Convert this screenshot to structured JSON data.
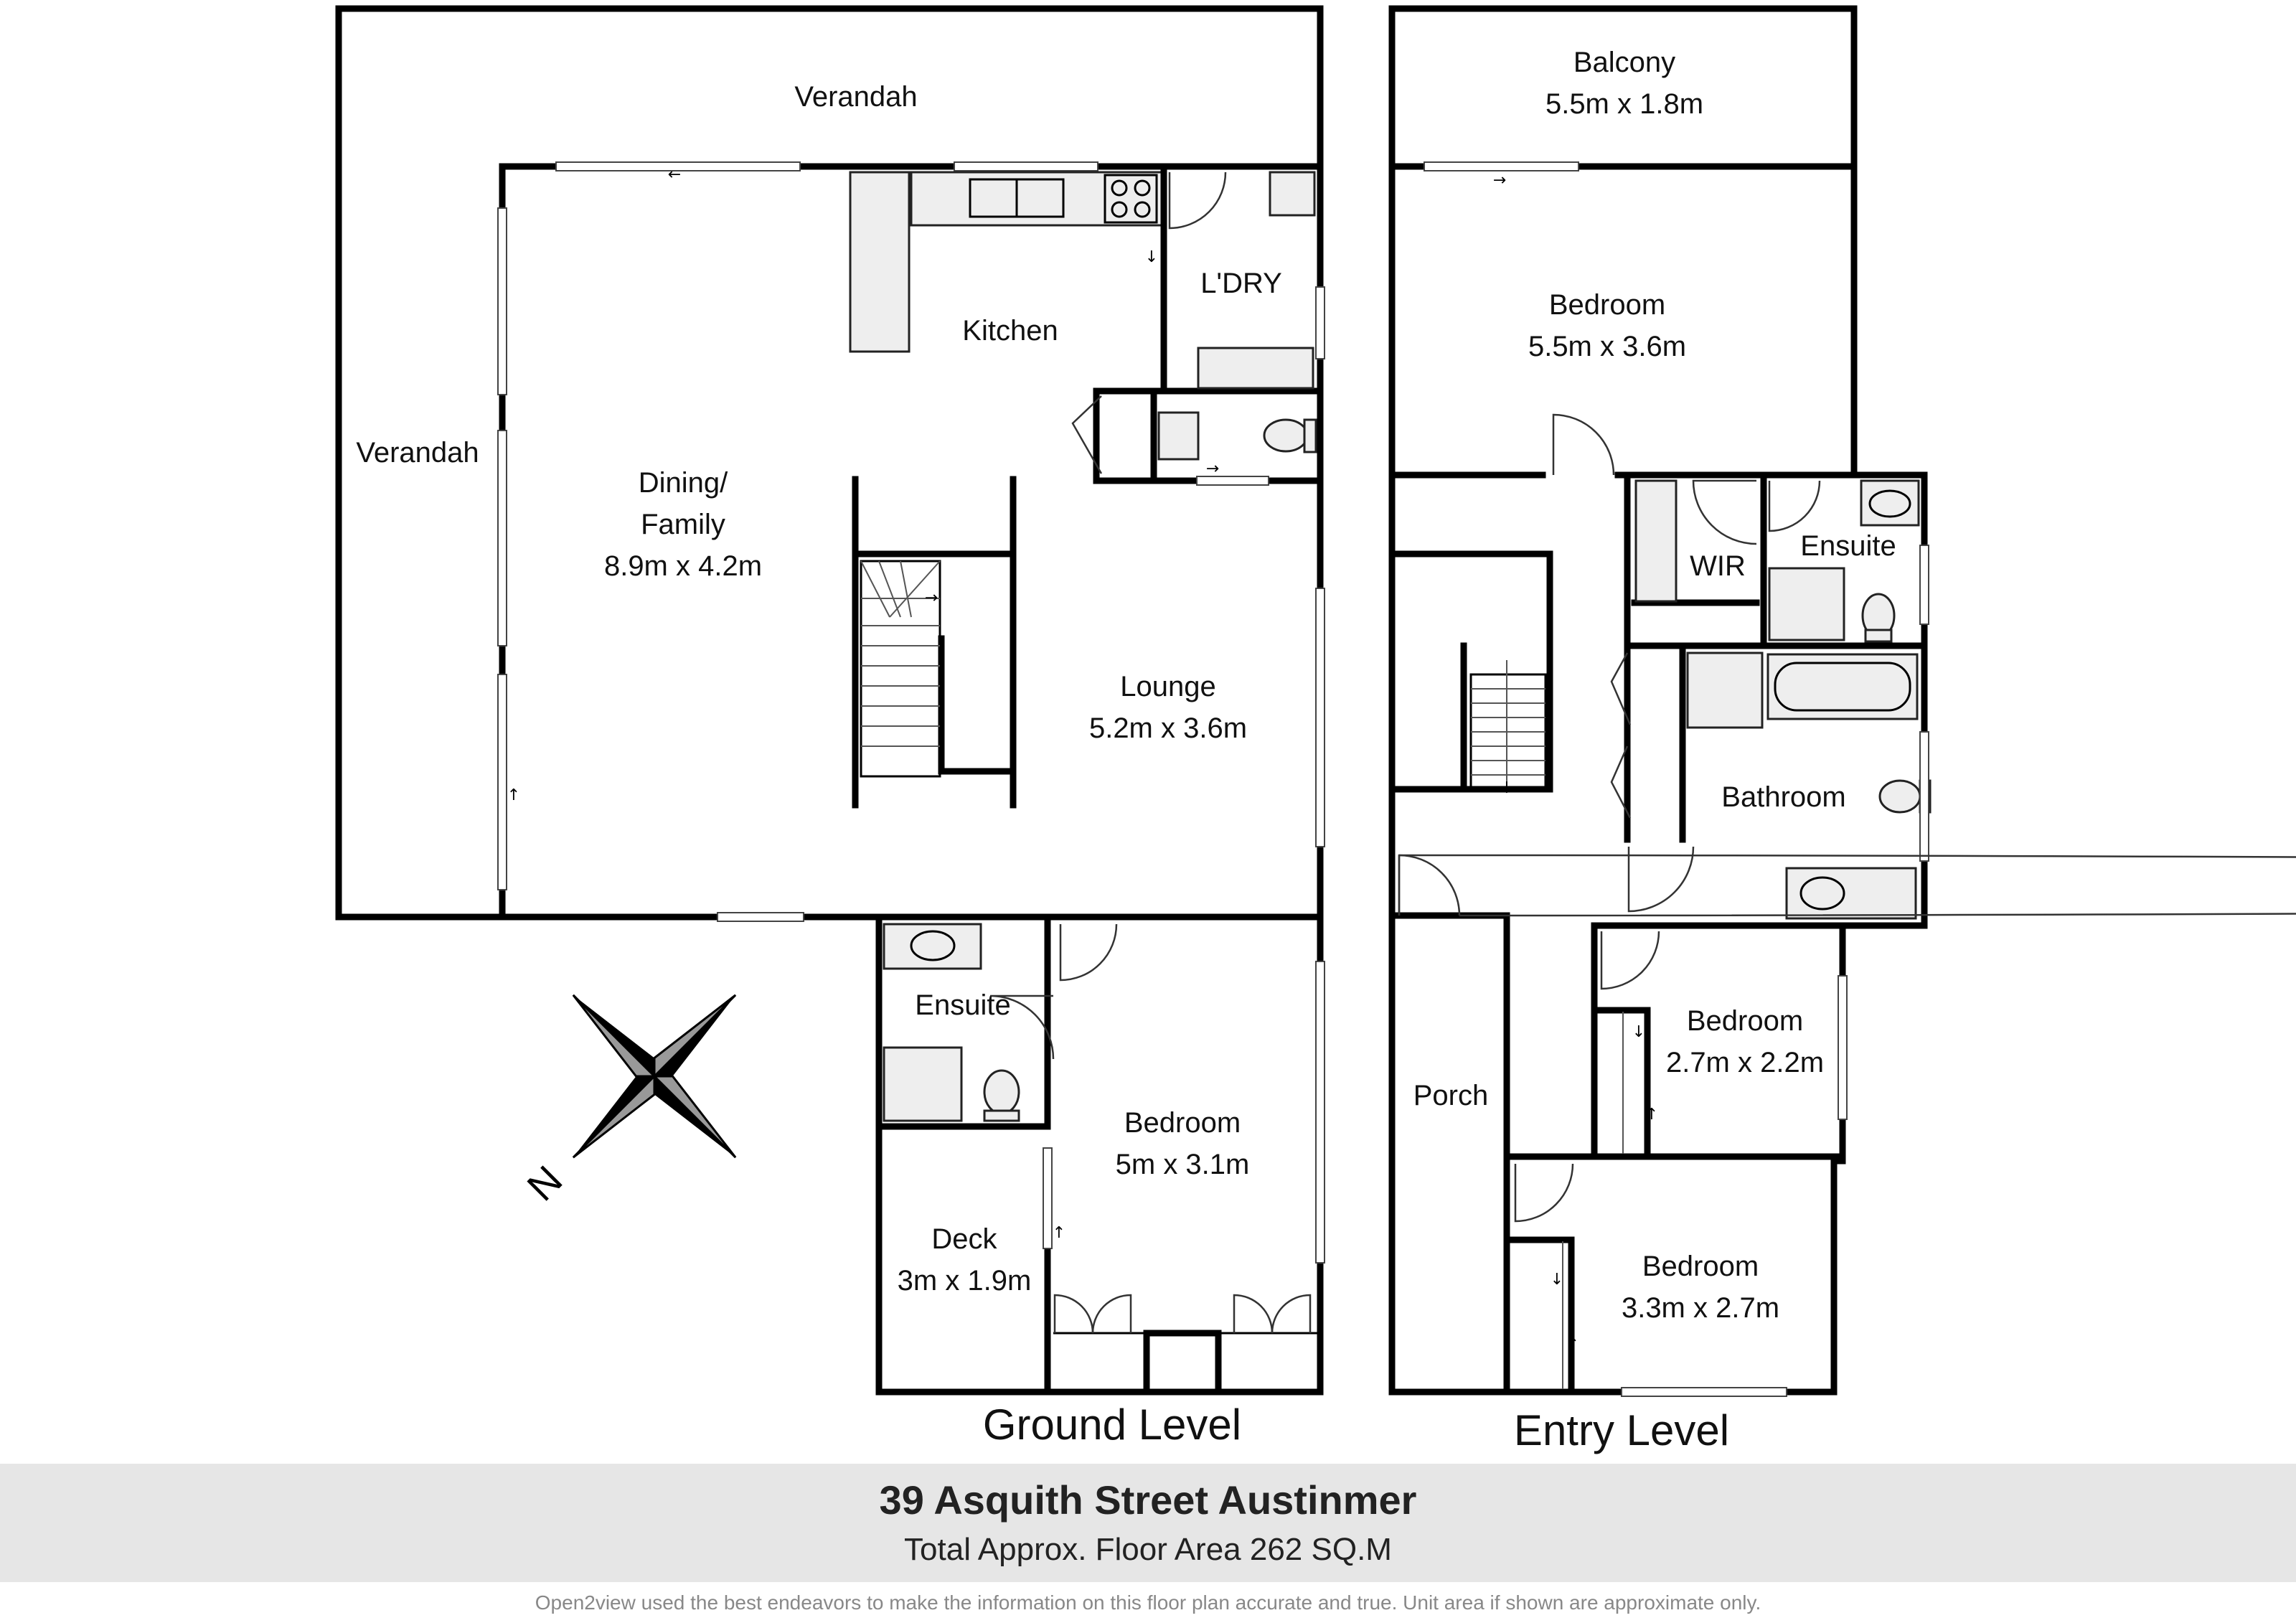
{
  "ground_level": {
    "title": "Ground Level",
    "rooms": {
      "verandah_top": {
        "name": "Verandah"
      },
      "verandah_side": {
        "name": "Verandah"
      },
      "kitchen": {
        "name": "Kitchen"
      },
      "laundry": {
        "name": "L'DRY"
      },
      "dining": {
        "name_line1": "Dining/",
        "name_line2": "Family",
        "size": "8.9m x 4.2m"
      },
      "lounge": {
        "name": "Lounge",
        "size": "5.2m x 3.6m"
      },
      "ensuite": {
        "name": "Ensuite"
      },
      "bedroom": {
        "name": "Bedroom",
        "size": "5m x 3.1m"
      },
      "deck": {
        "name": "Deck",
        "size": "3m x 1.9m"
      }
    }
  },
  "entry_level": {
    "title": "Entry Level",
    "rooms": {
      "balcony": {
        "name": "Balcony",
        "size": "5.5m x 1.8m"
      },
      "bedroom_main": {
        "name": "Bedroom",
        "size": "5.5m x 3.6m"
      },
      "wir": {
        "name": "WIR"
      },
      "ensuite": {
        "name": "Ensuite"
      },
      "bathroom": {
        "name": "Bathroom"
      },
      "porch": {
        "name": "Porch"
      },
      "bedroom_2": {
        "name": "Bedroom",
        "size": "2.7m x 2.2m"
      },
      "bedroom_3": {
        "name": "Bedroom",
        "size": "3.3m x 2.7m"
      }
    }
  },
  "compass": {
    "label": "N"
  },
  "footer": {
    "address": "39 Asquith Street Austinmer",
    "floor_area": "Total Approx. Floor Area 262 SQ.M",
    "disclaimer": "Open2view used the best endeavors to make the information on this floor plan accurate and true. Unit area if shown are approximate only."
  }
}
